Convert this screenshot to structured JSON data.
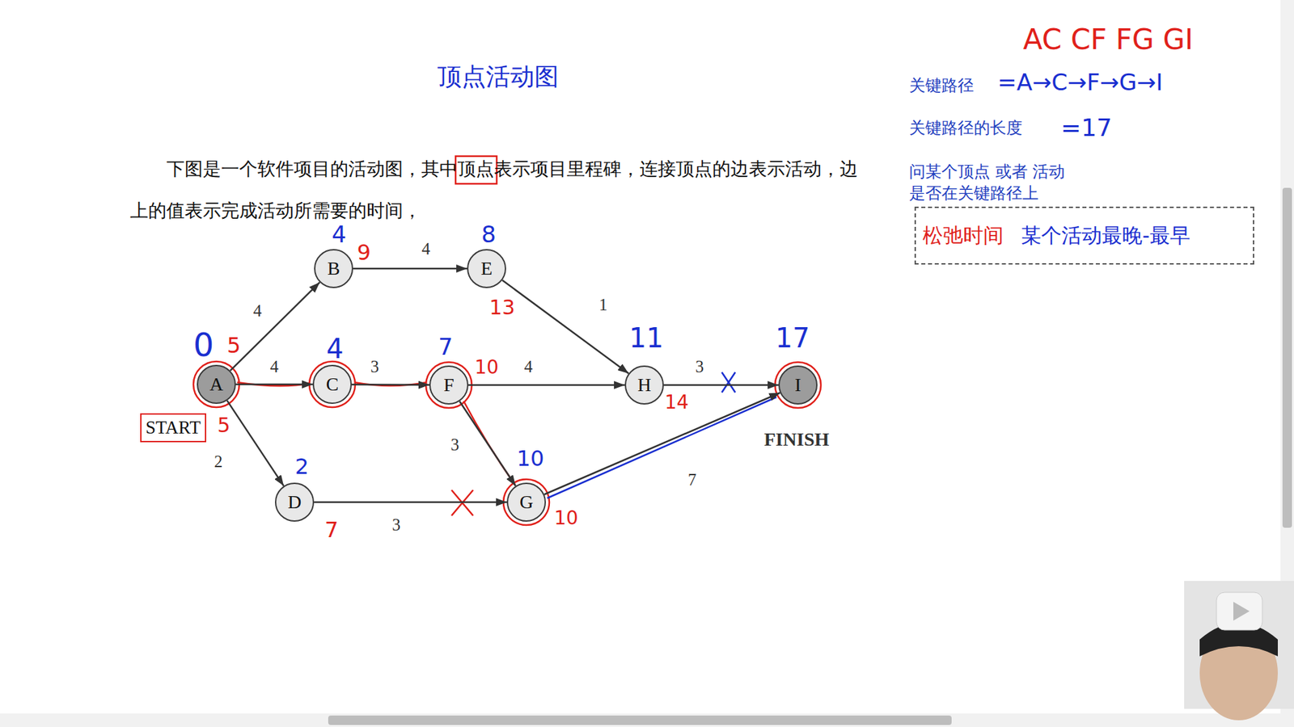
{
  "diagram": {
    "title": "顶点活动图",
    "nodes": [
      {
        "text": [
          "A"
        ]
      },
      {
        "text": [
          "B"
        ]
      },
      {
        "text": [
          "C"
        ]
      },
      {
        "text": [
          "D"
        ]
      },
      {
        "text": [
          "E"
        ]
      },
      {
        "text": [
          "F"
        ]
      },
      {
        "text": [
          "G"
        ]
      },
      {
        "text": [
          "H"
        ]
      },
      {
        "text": [
          "I"
        ]
      },
      {
        "text": [
          "START"
        ]
      },
      {
        "text": [
          "松弛时间",
          "某个活动最晚-最早"
        ]
      }
    ],
    "edges": [
      {
        "from": 0,
        "to": 1,
        "label": "4",
        "arrow": "to"
      },
      {
        "from": 0,
        "to": 2,
        "label": "4",
        "arrow": "to"
      },
      {
        "from": 0,
        "to": 3,
        "label": "2",
        "arrow": "to"
      },
      {
        "from": 1,
        "to": 4,
        "label": "4",
        "arrow": "to"
      },
      {
        "from": 2,
        "to": 5,
        "label": "3",
        "arrow": "to"
      },
      {
        "from": 3,
        "to": 6,
        "label": "3",
        "arrow": "to"
      },
      {
        "from": 4,
        "to": 7,
        "label": "1",
        "arrow": "to"
      },
      {
        "from": 5,
        "to": 7,
        "label": "4",
        "arrow": "to"
      },
      {
        "from": 5,
        "to": 6,
        "label": "3",
        "arrow": "to"
      },
      {
        "from": 6,
        "to": 8,
        "label": "7",
        "arrow": "to"
      },
      {
        "from": 7,
        "to": 8,
        "label": "3",
        "arrow": "to"
      }
    ],
    "labels": [
      "下图是一个软件项目的活动图，其中顶点表示项目里程碑，连接顶点的边表示活动，边上的值表示完成活动所需要的时间，",
      "AC CF FG GI",
      "关键路径",
      "=A→C→F→G→I",
      "关键路径的长度",
      "=17",
      "问某个顶点 或者 活动",
      "是否在关键路径上",
      "FINISH",
      "0",
      "5",
      "5",
      "4",
      "9",
      "4",
      "2",
      "7",
      "8",
      "13",
      "7",
      "10",
      "10",
      "10",
      "11",
      "14",
      "17"
    ]
  }
}
